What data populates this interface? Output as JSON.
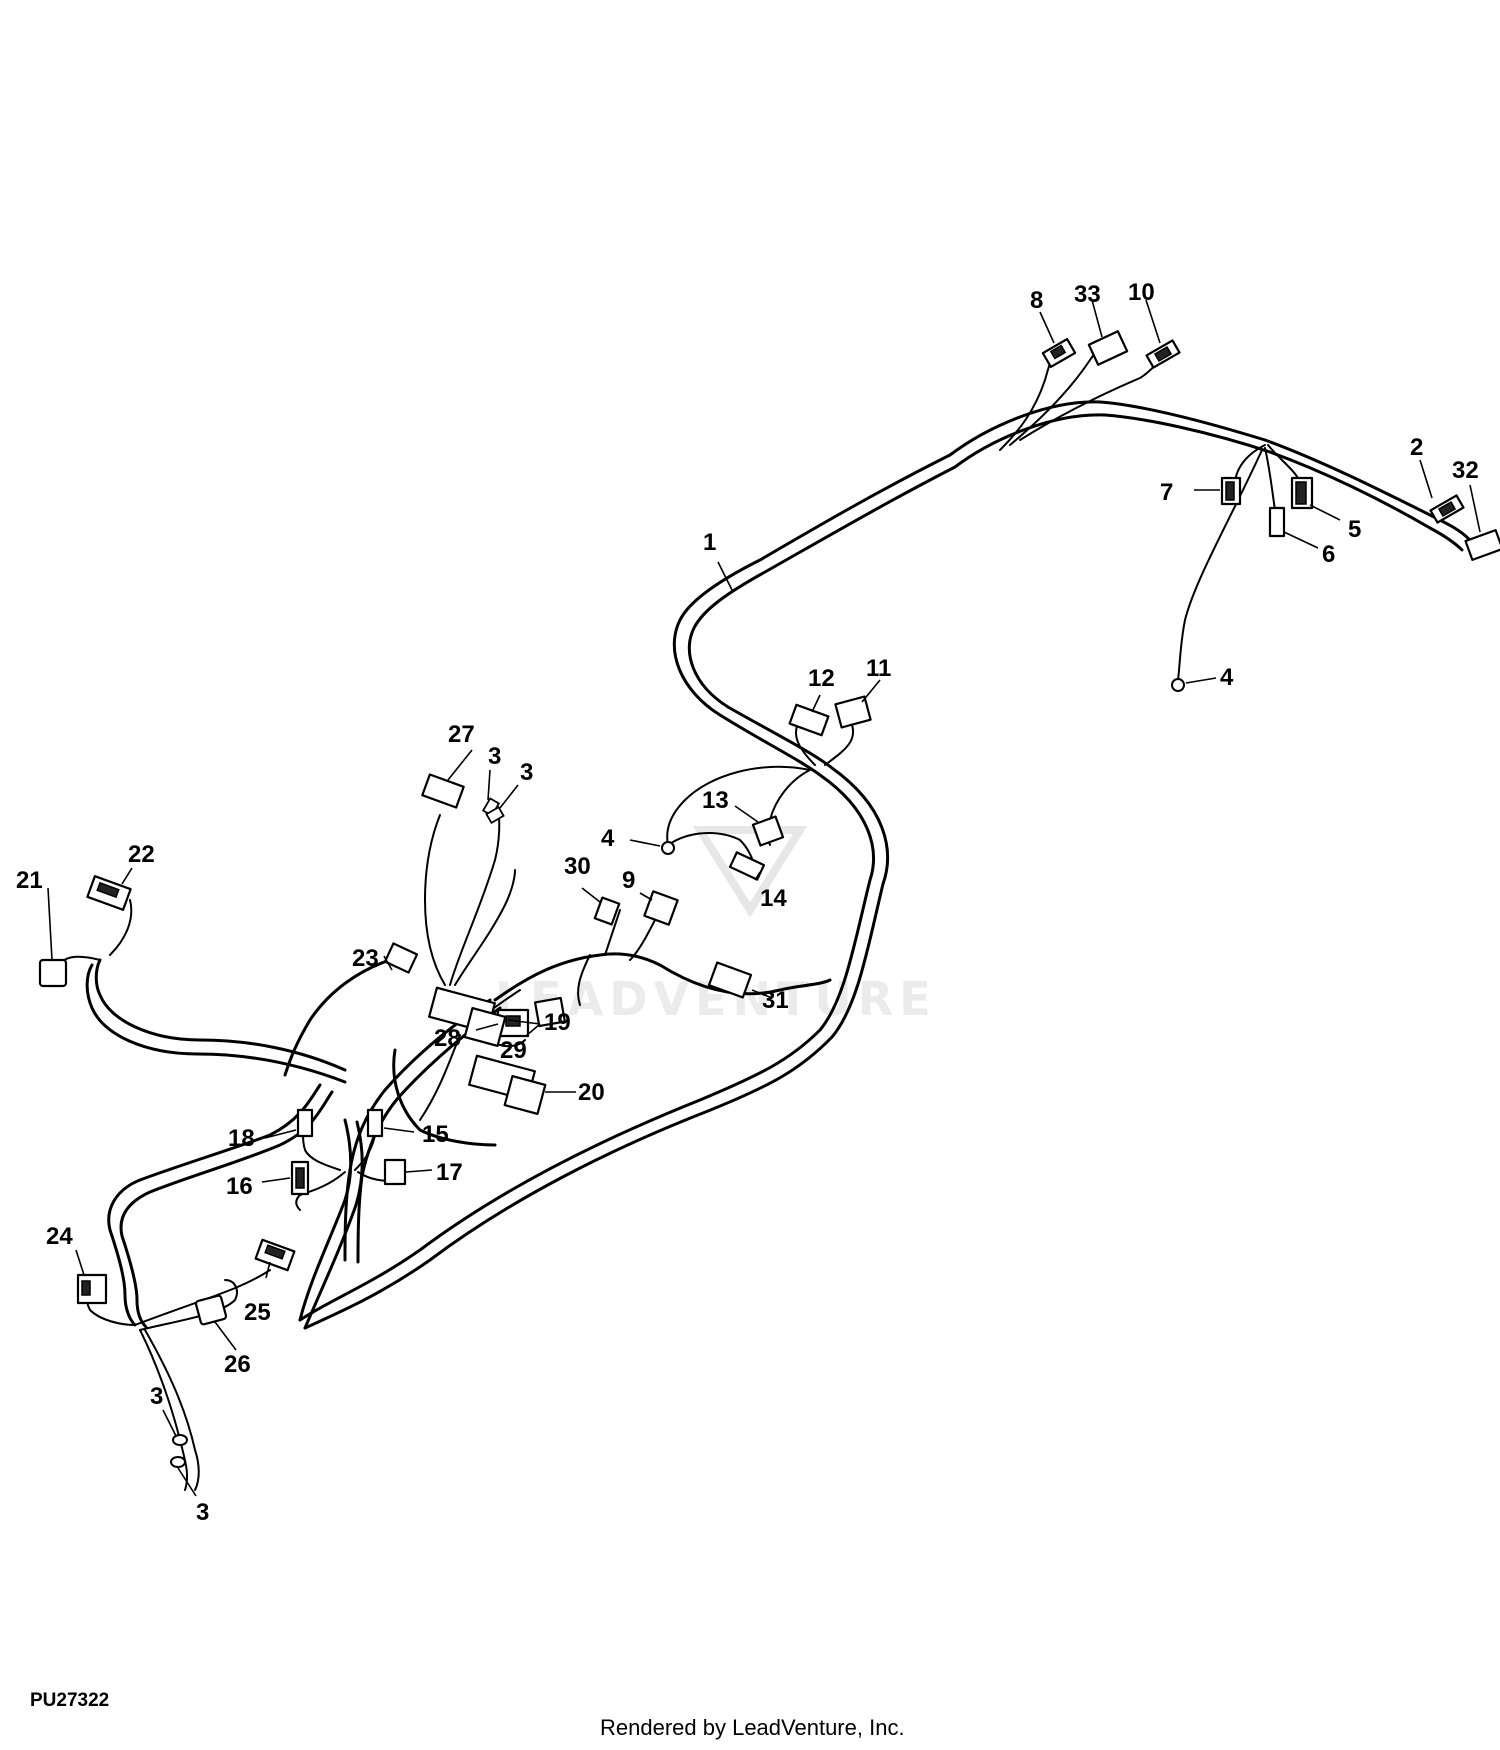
{
  "figure_id": "PU27322",
  "render_credit": "Rendered by LeadVenture, Inc.",
  "watermark": "LEADVENTURE",
  "callouts": [
    "1",
    "2",
    "3",
    "4",
    "5",
    "6",
    "7",
    "8",
    "9",
    "10",
    "11",
    "12",
    "13",
    "14",
    "15",
    "16",
    "17",
    "18",
    "19",
    "20",
    "21",
    "22",
    "23",
    "24",
    "25",
    "26",
    "27",
    "28",
    "29",
    "30",
    "31",
    "32",
    "33"
  ]
}
